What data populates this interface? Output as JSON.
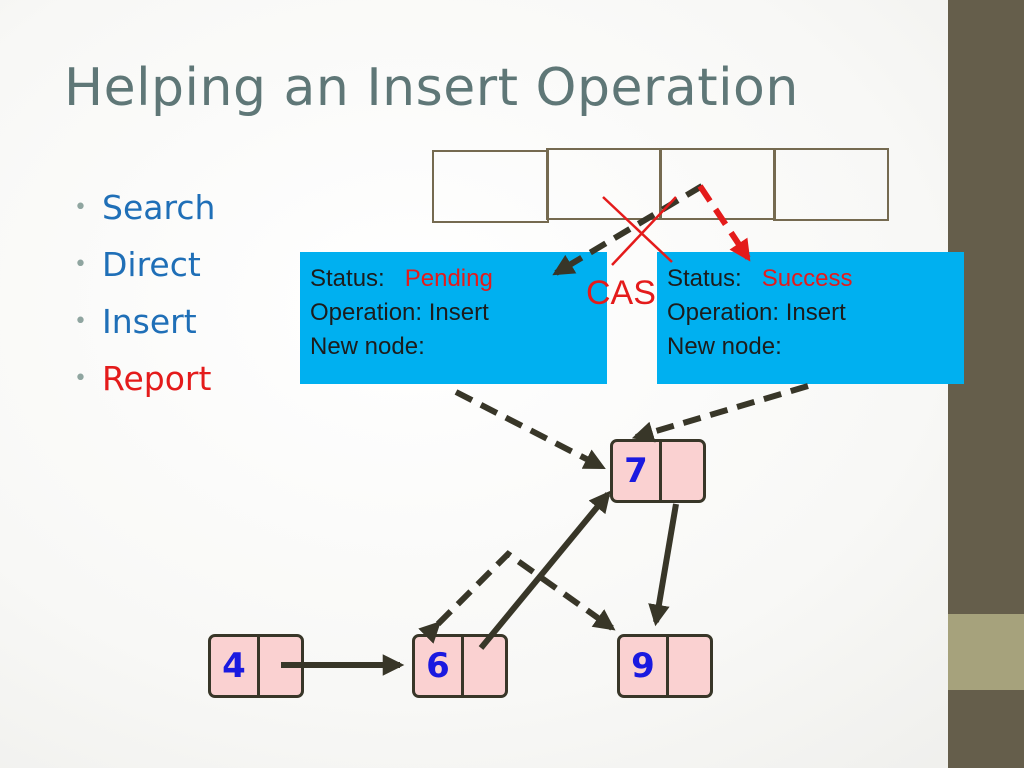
{
  "slide": {
    "title": "Helping an Insert Operation",
    "bullets": [
      {
        "text": "Search",
        "color": "#1f6fb7"
      },
      {
        "text": "Direct",
        "color": "#1f6fb7"
      },
      {
        "text": "Insert",
        "color": "#1f6fb7"
      },
      {
        "text": "Report",
        "color": "#e41b1b"
      }
    ],
    "bullet_glyph": "•"
  },
  "descriptors": {
    "pending": {
      "status_label": "Status:",
      "status_value": "Pending",
      "operation": "Operation: Insert",
      "new_node": "New node:"
    },
    "success": {
      "status_label": "Status:",
      "status_value": "Success",
      "operation": "Operation: Insert",
      "new_node": "New node:"
    }
  },
  "cas_label": "CAS",
  "nodes": {
    "n4": "4",
    "n6": "6",
    "n7": "7",
    "n9": "9"
  },
  "colors": {
    "title": "#5f7777",
    "bullet_text": "#1f6fb7",
    "highlight_red": "#e41b1b",
    "descriptor_bg": "#00b0f0",
    "node_fill": "#fad1d1",
    "node_key": "#1a1ae0",
    "arrow": "#383628",
    "side_band": "#655e4b",
    "side_accent": "#a6a27c"
  }
}
